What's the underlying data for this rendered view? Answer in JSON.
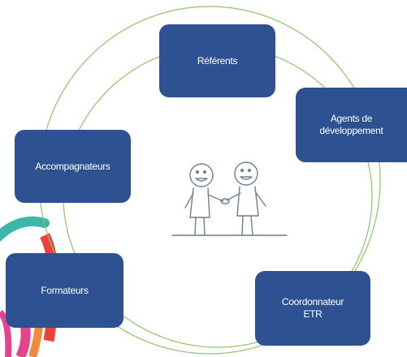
{
  "diagram": {
    "colors": {
      "box_fill": "#2e5191",
      "box_text": "#ffffff",
      "ring": "#8fc46a",
      "arc_teal": "#3bb6a8",
      "arc_red": "#e8433c",
      "arc_orange": "#f08a3c",
      "arc_pink": "#e2458e"
    },
    "nodes": [
      {
        "id": "referents",
        "label": "Référents"
      },
      {
        "id": "agents",
        "label": "Agents de\ndéveloppement"
      },
      {
        "id": "accompagnateurs",
        "label": "Accompagnateurs"
      },
      {
        "id": "formateurs",
        "label": "Formateurs"
      },
      {
        "id": "coordonnateur",
        "label": "Coordonnateur\nETR"
      }
    ],
    "center_icon": "two-people-handshake-icon"
  }
}
